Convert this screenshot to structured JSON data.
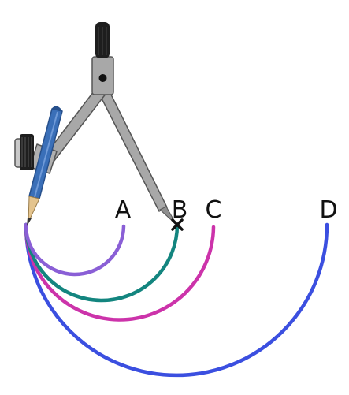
{
  "diagram": {
    "labels": {
      "a": "A",
      "b": "B",
      "c": "C",
      "d": "D"
    },
    "colors": {
      "arc_a": "#8a5fd6",
      "arc_b": "#13857f",
      "arc_c": "#cc33aa",
      "arc_d": "#3b4fe0",
      "compass_metal": "#a8a8a8",
      "compass_outline": "#555555",
      "pencil_body": "#3a6fb8",
      "pencil_tip": "#e4c48e",
      "knob": "#1e1e1e"
    },
    "icons": {
      "compass": "drawing-compass-icon",
      "center_mark": "x-mark-icon"
    }
  }
}
